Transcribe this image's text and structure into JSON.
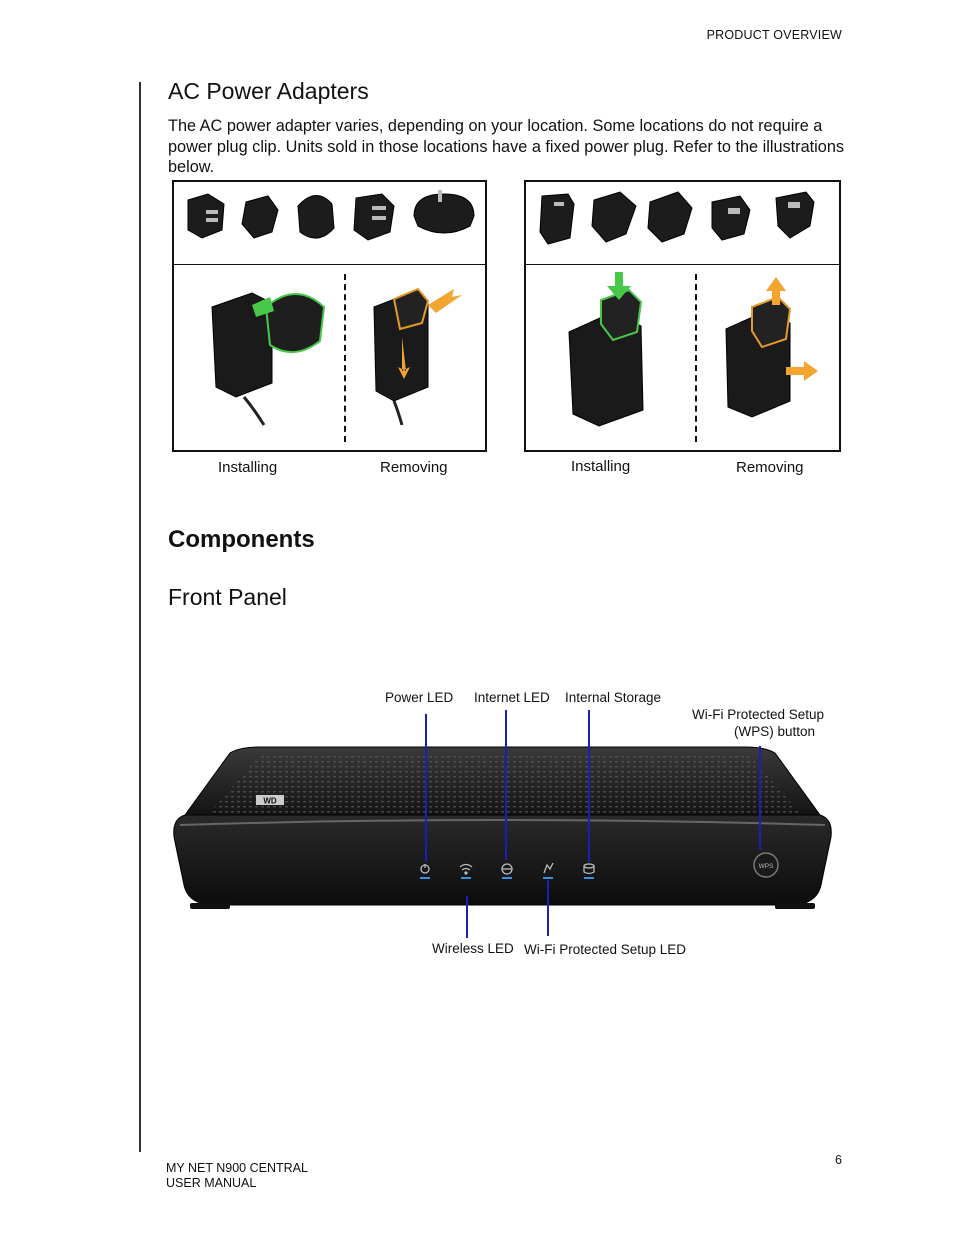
{
  "header": {
    "section": "PRODUCT OVERVIEW"
  },
  "ac_adapters": {
    "heading": "AC Power Adapters",
    "body": "The AC power adapter varies, depending on your location. Some locations do not require a power plug clip. Units sold in those locations have a fixed power plug. Refer to the illustrations below.",
    "figure_left": {
      "installing_label": "Installing",
      "removing_label": "Removing"
    },
    "figure_right": {
      "installing_label": "Installing",
      "removing_label": "Removing"
    }
  },
  "components": {
    "heading": "Components",
    "front_panel": {
      "heading": "Front Panel",
      "callouts": {
        "power_led": "Power LED",
        "internet_led": "Internet LED",
        "internal_storage": "Internal Storage",
        "wps_button_line1": "Wi-Fi Protected Setup",
        "wps_button_line2": "(WPS) button",
        "wireless_led": "Wireless LED",
        "wps_led": "Wi-Fi Protected Setup LED"
      },
      "device_brand_badge": "WD",
      "wps_button_text": "WPS",
      "callout_color": "#1b1fb5",
      "led_color": "#3a8fe0"
    }
  },
  "footer": {
    "line1": "MY NET N900 CENTRAL",
    "line2": "USER MANUAL",
    "page_number": "6"
  }
}
